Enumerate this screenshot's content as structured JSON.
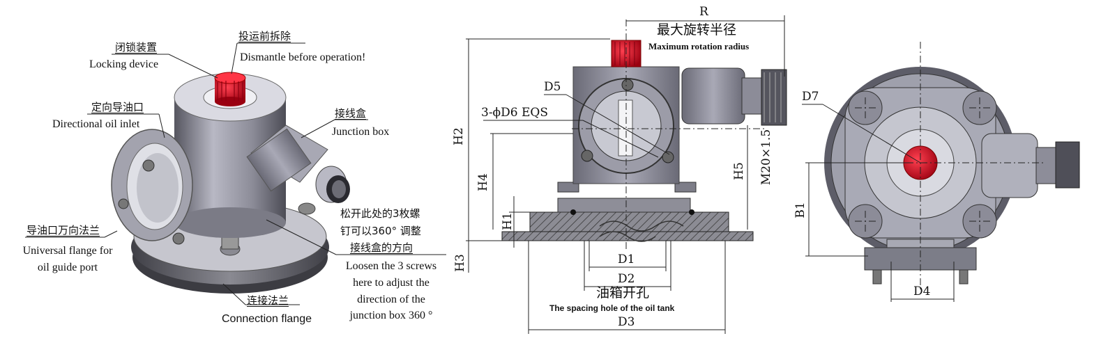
{
  "callouts": {
    "locking_zh": "闭锁装置",
    "locking_en": "Locking device",
    "dismantle_zh": "投运前拆除",
    "dismantle_en": "Dismantle before operation!",
    "oil_inlet_zh": "定向导油口",
    "oil_inlet_en": "Directional oil inlet",
    "junction_zh": "接线盒",
    "junction_en": "Junction box",
    "flange_zh": "导油口万向法兰",
    "flange_en_1": "Universal flange for",
    "flange_en_2": "oil guide port",
    "screws_zh_1": "松开此处的3枚螺",
    "screws_zh_2": "钉可以360° 调整",
    "screws_zh_3": "接线盒的方向",
    "screws_en_1": "Loosen the 3 screws",
    "screws_en_2": "here to adjust the",
    "screws_en_3": "direction of the",
    "screws_en_4": "junction box 360 °",
    "conn_zh": "连接法兰",
    "conn_en": "Connection flange"
  },
  "front_view": {
    "R": "R",
    "radius_zh": "最大旋转半径",
    "radius_en": "Maximum rotation radius",
    "D5": "D5",
    "D6": "3-ϕD6  EQS",
    "H2": "H2",
    "H4": "H4",
    "H1": "H1",
    "H3": "H3",
    "H5": "H5",
    "thread": "M20×1.5",
    "D1": "D1",
    "D2": "D2",
    "D3": "D3",
    "tank_zh": "油箱开孔",
    "tank_en": "The spacing hole of the oil tank"
  },
  "top_view": {
    "D7": "D7",
    "B1": "B1",
    "D4": "D4"
  },
  "colors": {
    "body": "#9a9aa6",
    "body_dark": "#5f5f6b",
    "knob": "#c0101a",
    "base_dark": "#4a4a50"
  }
}
